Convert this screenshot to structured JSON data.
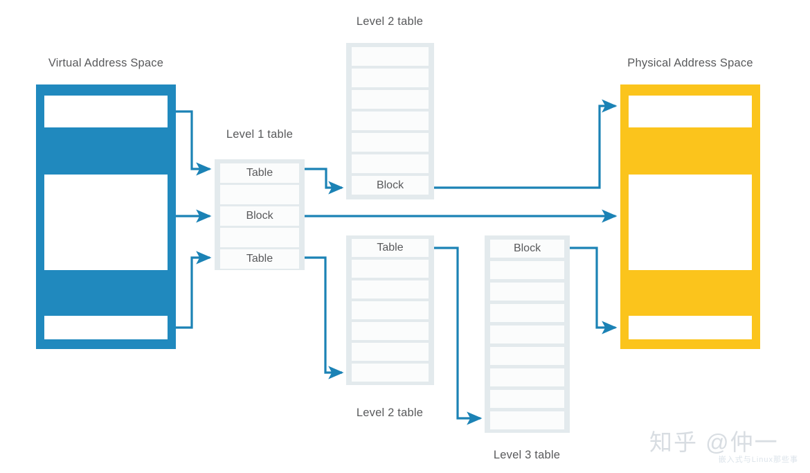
{
  "diagram": {
    "title_virtual": "Virtual Address Space",
    "title_physical": "Physical Address Space",
    "labels": {
      "level1": "Level 1 table",
      "level2_top": "Level 2 table",
      "level2_bottom": "Level 2 table",
      "level3": "Level 3 table"
    },
    "colors": {
      "virtual": "#2089be",
      "physical": "#fbc41c",
      "table_frame": "#e3eaed",
      "table_row": "#fbfcfc",
      "arrow": "#2089be",
      "text": "#58595b",
      "watermark": "#d8dde2"
    },
    "tables": {
      "level1": {
        "label": "Level 1 table",
        "rows": [
          "Table",
          "",
          "Block",
          "",
          "Table"
        ]
      },
      "level2_top": {
        "label": "Level 2 table",
        "rows": [
          "",
          "",
          "",
          "",
          "",
          "",
          "Block"
        ]
      },
      "level2_bottom": {
        "label": "Level 2 table",
        "rows": [
          "Table",
          "",
          "",
          "",
          "",
          "",
          ""
        ]
      },
      "level3": {
        "label": "Level 3 table",
        "rows": [
          "Block",
          "",
          "",
          "",
          "",
          "",
          "",
          "",
          ""
        ]
      }
    },
    "virtual_space": {
      "slots": [
        "",
        "",
        ""
      ]
    },
    "physical_space": {
      "slots": [
        "",
        "",
        ""
      ]
    }
  },
  "watermark": {
    "main": "知乎 @仲一",
    "sub": "嵌入式与Linux那些事"
  }
}
